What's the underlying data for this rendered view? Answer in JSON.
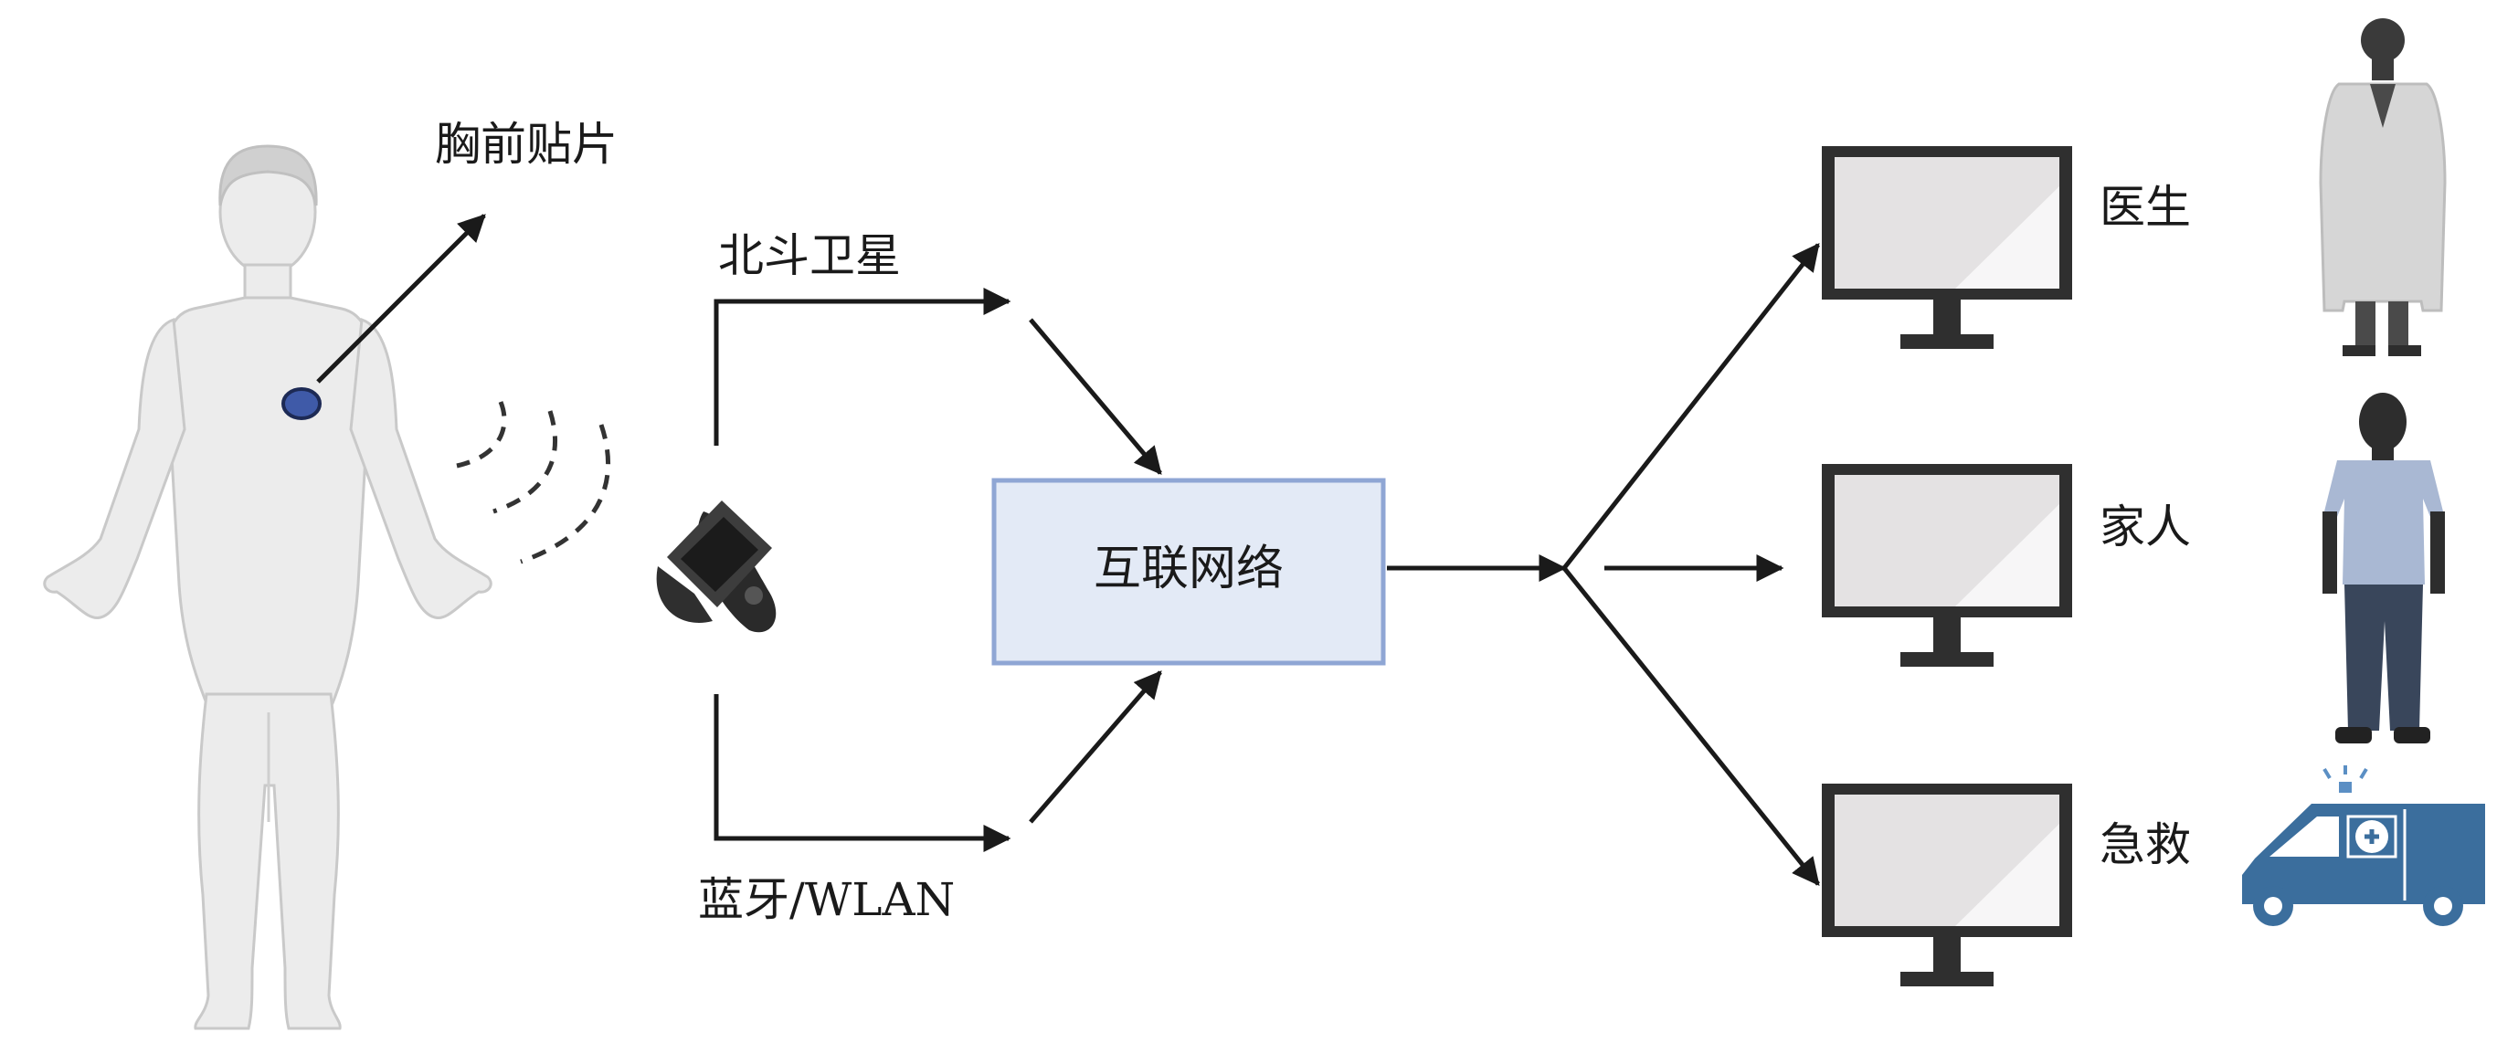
{
  "labels": {
    "chest_patch": "胸前贴片",
    "beidou": "北斗卫星",
    "bluetooth": "蓝牙/WLAN",
    "internet": "互联网络",
    "doctor": "医生",
    "family": "家人",
    "emergency": "急救"
  },
  "colors": {
    "arrow": "#1a1a1a",
    "patch": "#3f5aa8",
    "box_fill": "#e3eaf6",
    "box_stroke": "#8fa6d4",
    "monitor": "#2f2f2f",
    "screen": "#e4e2e3",
    "doctor_coat": "#d6d6d6",
    "person_shirt": "#a9b8d3",
    "person_pants": "#39465b",
    "ambulance": "#3b6e9d",
    "body": "#e9e9e9"
  },
  "icons": [
    "human-body-icon",
    "smartwatch-icon",
    "monitor-icon",
    "doctor-icon",
    "person-icon",
    "ambulance-icon",
    "signal-wave-icon"
  ]
}
